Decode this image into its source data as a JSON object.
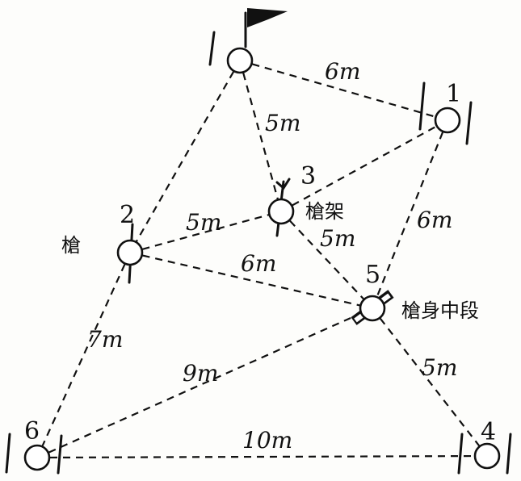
{
  "nodes": {
    "top": {
      "label": ""
    },
    "n1": {
      "label": "1"
    },
    "n2": {
      "label": "2"
    },
    "n3": {
      "label": "3"
    },
    "n4": {
      "label": "4"
    },
    "n5": {
      "label": "5"
    },
    "n6": {
      "label": "6"
    }
  },
  "distances": {
    "top_n1": "6m",
    "top_n3": "5m",
    "n2_n3": "5m",
    "n3_n5": "5m",
    "n1_n5": "6m",
    "n2_n5": "6m",
    "n2_n6": "7m",
    "n6_n5": "9m",
    "n5_n4": "5m",
    "n6_n4": "10m"
  },
  "annotations": {
    "spear": "槍",
    "spear_rack": "槍架",
    "spear_middle": "槍身中段"
  }
}
